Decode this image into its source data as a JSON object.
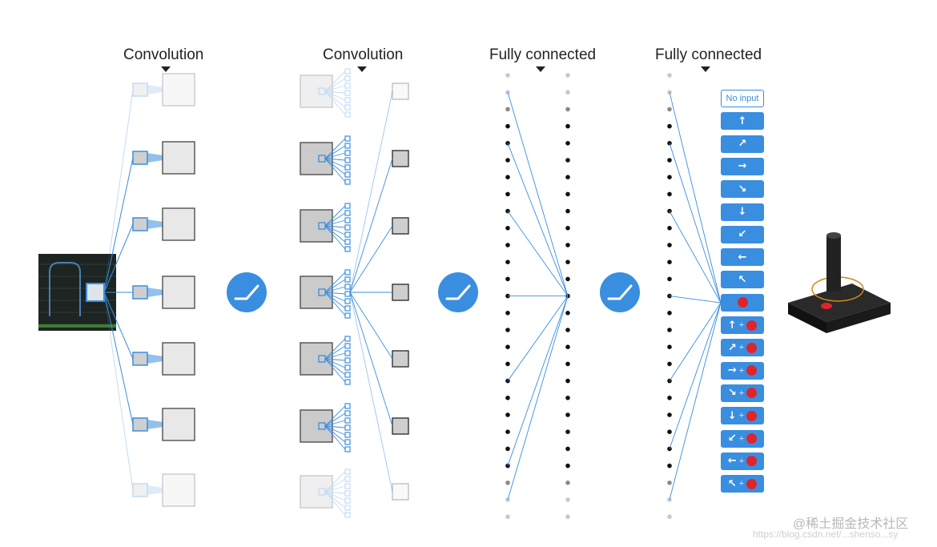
{
  "layer_labels": [
    "Convolution",
    "Convolution",
    "Fully connected",
    "Fully connected"
  ],
  "activation_icon": "relu-icon",
  "actions": [
    {
      "label": "No input",
      "icon": null,
      "fire": false
    },
    {
      "label": "",
      "icon": "↑",
      "fire": false
    },
    {
      "label": "",
      "icon": "↗",
      "fire": false
    },
    {
      "label": "",
      "icon": "→",
      "fire": false
    },
    {
      "label": "",
      "icon": "↘",
      "fire": false
    },
    {
      "label": "",
      "icon": "↓",
      "fire": false
    },
    {
      "label": "",
      "icon": "↙",
      "fire": false
    },
    {
      "label": "",
      "icon": "←",
      "fire": false
    },
    {
      "label": "",
      "icon": "↖",
      "fire": false
    },
    {
      "label": "",
      "icon": null,
      "fire": true
    },
    {
      "label": "",
      "icon": "↑",
      "fire": true
    },
    {
      "label": "",
      "icon": "↗",
      "fire": true
    },
    {
      "label": "",
      "icon": "→",
      "fire": true
    },
    {
      "label": "",
      "icon": "↘",
      "fire": true
    },
    {
      "label": "",
      "icon": "↓",
      "fire": true
    },
    {
      "label": "",
      "icon": "↙",
      "fire": true
    },
    {
      "label": "",
      "icon": "←",
      "fire": true
    },
    {
      "label": "",
      "icon": "↖",
      "fire": true
    }
  ],
  "watermark": "@稀土掘金技术社区",
  "watermark_url": "https://blog.csdn.net/...shenso...sy",
  "colors": {
    "accent": "#3a8ee0",
    "fire": "#e0242b",
    "node": "#111111",
    "faded": "#c8c8c8"
  }
}
